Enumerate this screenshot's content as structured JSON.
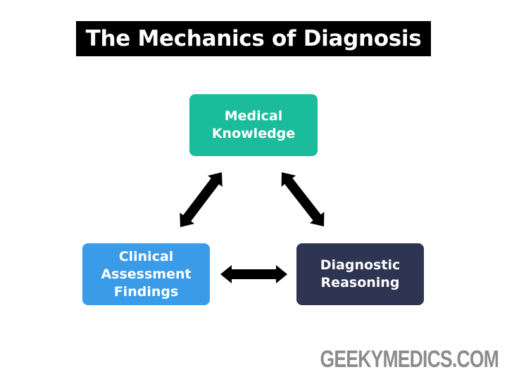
{
  "title": "The Mechanics of Diagnosis",
  "nodes": {
    "knowledge": {
      "label": "Medical\nKnowledge",
      "color": "#1ABC9C"
    },
    "clinical": {
      "label": "Clinical\nAssessment\nFindings",
      "color": "#3A9BE8"
    },
    "reasoning": {
      "label": "Diagnostic\nReasoning",
      "color": "#2E3552"
    }
  },
  "edges": [
    {
      "from": "knowledge",
      "to": "clinical",
      "type": "bidirectional"
    },
    {
      "from": "knowledge",
      "to": "reasoning",
      "type": "bidirectional"
    },
    {
      "from": "clinical",
      "to": "reasoning",
      "type": "bidirectional"
    }
  ],
  "arrow_color": "#000000",
  "watermark": "GEEKYMEDICS.COM"
}
